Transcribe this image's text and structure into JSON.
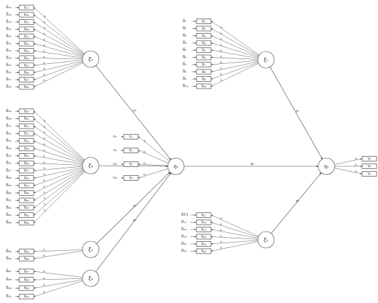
{
  "latents": {
    "xi1": "ξ₁",
    "xi2": "ξ₂",
    "xi3": "ξ₃",
    "xi4": "ξ₄",
    "xi5": "ξ₅",
    "xi6": "ξ₆",
    "eta1": "η₁",
    "eta2": "η₂"
  },
  "groups": [
    {
      "latent": "xi1",
      "indicators": [
        "X₁",
        "X₂",
        "X₃",
        "X₄",
        "X₅",
        "X₆",
        "X₇",
        "X₈",
        "X₉",
        "X₁₀"
      ],
      "errors": [
        "δ₁",
        "δ₂",
        "δ₃",
        "δ₄",
        "δ₅",
        "δ₆",
        "δ₇",
        "δ₈",
        "δ₉",
        "δ₁₀"
      ]
    },
    {
      "latent": "xi2",
      "indicators": [
        "X₁₁",
        "X₁₂",
        "X₁₃",
        "X₁₄",
        "X₁₅",
        "X₁₆"
      ],
      "errors": [
        "δ11",
        "δ₁₂",
        "δ₁₃",
        "δ₁₄",
        "δ₁₅",
        "δ₁₆"
      ]
    },
    {
      "latent": "xi3",
      "indicators": [
        "X₁₇",
        "X₁₈",
        "X₁₉",
        "X₂₀",
        "X₂₁",
        "X₂₂",
        "X₂₃",
        "X₂₄",
        "X₂₅",
        "X₂₆",
        "X₂₇",
        "X₂₈"
      ],
      "errors": [
        "δ₁₇",
        "δ₁₈",
        "δ₁₉",
        "δ₂₀",
        "δ₂₁",
        "δ₂₂",
        "δ₂₃",
        "δ₂₄",
        "δ₂₅",
        "δ₂₆",
        "δ₂₇",
        "δ₂₈"
      ]
    },
    {
      "latent": "xi4",
      "indicators": [
        "X₂₉",
        "X₃₀",
        "X₃₁",
        "X₃₂",
        "X₃₃",
        "X₃₄",
        "X₃₅",
        "X₃₆",
        "X₃₇",
        "X₃₈",
        "X₃₉",
        "X₄₀",
        "X₄₁",
        "X₄₂",
        "X₄₃",
        "X₄₄"
      ],
      "errors": [
        "δ₂₉",
        "δ₃₀",
        "δ₃₁",
        "δ₃₂",
        "δ₃₃",
        "δ₃₄",
        "δ₃₅",
        "δ₃₆",
        "δ₃₇",
        "δ₃₈",
        "δ₃₉",
        "δ₄₀",
        "δ₄₁",
        "δ₄₂",
        "δ₄₃",
        "δ₄₄"
      ]
    },
    {
      "latent": "xi5",
      "indicators": [
        "X₄₅",
        "X₄₆"
      ],
      "errors": [
        "δ₄₅",
        "δ₄₆"
      ]
    },
    {
      "latent": "xi6",
      "indicators": [
        "X₄₇",
        "X₄₈",
        "X₄₉",
        "X₅₀"
      ],
      "errors": [
        "δ₄₇",
        "δ₄₈",
        "δ₄₉",
        "δ₅₀"
      ]
    },
    {
      "latent": "eta1",
      "indicators": [
        "Y₁",
        "Y₂",
        "Y₃",
        "Y₄"
      ],
      "errors": [
        "ε₁",
        "ε₂",
        "ε₃",
        "ε₄"
      ]
    },
    {
      "latent": "eta2",
      "indicators": [
        "Y₅",
        "Y₆",
        "Y₇"
      ],
      "errors": []
    }
  ],
  "paths": [
    {
      "from": "xi3",
      "to": "eta1",
      "label": "γ₃"
    },
    {
      "from": "xi4",
      "to": "eta1",
      "label": "γ₄"
    },
    {
      "from": "xi5",
      "to": "eta1",
      "label": "γ₅"
    },
    {
      "from": "xi6",
      "to": "eta1",
      "label": "γ₆"
    },
    {
      "from": "xi1",
      "to": "eta2",
      "label": "γ₁"
    },
    {
      "from": "xi2",
      "to": "eta2",
      "label": "γ₂"
    },
    {
      "from": "eta1",
      "to": "eta2",
      "label": "β₁"
    }
  ],
  "colors": {
    "line": "#444444",
    "text": "#111111",
    "background": "#ffffff"
  }
}
